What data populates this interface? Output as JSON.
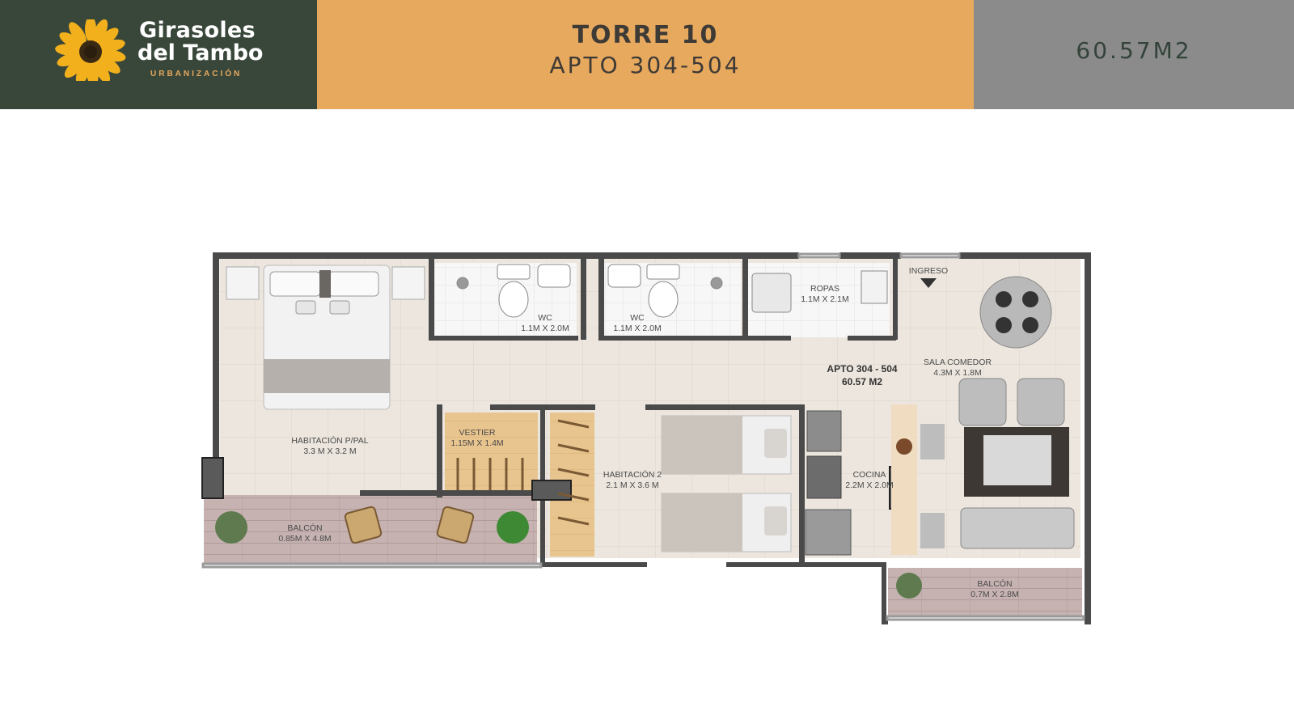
{
  "brand": {
    "line1": "Girasoles",
    "line2": "del Tambo",
    "tagline": "URBANIZACIÓN"
  },
  "header": {
    "tower": "TORRE 10",
    "apartment": "APTO 304-504",
    "area": "60.57M2"
  },
  "plan": {
    "center_label_1": "APTO 304 - 504",
    "center_label_2": "60.57 M2",
    "entrance": "INGRESO",
    "rooms": {
      "main_bedroom": {
        "name": "HABITACIÓN P/PAL",
        "size": "3.3 M X 3.2 M"
      },
      "closet": {
        "name": "VESTIER",
        "size": "1.15M X 1.4M"
      },
      "bedroom2": {
        "name": "HABITACIÓN 2",
        "size": "2.1 M X 3.6 M"
      },
      "wc1": {
        "name": "WC",
        "size": "1.1M X 2.0M"
      },
      "wc2": {
        "name": "WC",
        "size": "1.1M X 2.0M"
      },
      "laundry": {
        "name": "ROPAS",
        "size": "1.1M X 2.1M"
      },
      "living": {
        "name": "SALA COMEDOR",
        "size": "4.3M X 1.8M"
      },
      "kitchen": {
        "name": "COCINA",
        "size": "2.2M X 2.0M"
      },
      "balcony1": {
        "name": "BALCÓN",
        "size": "0.85M X 4.8M"
      },
      "balcony2": {
        "name": "BALCÓN",
        "size": "0.7M X 2.8M"
      }
    }
  },
  "colors": {
    "brand_green": "#39473a",
    "brand_orange": "#e7a95e",
    "header_gray": "#8b8b8b",
    "wall": "#4a4a4a",
    "floor": "#ece6de",
    "wood": "#e8c48e"
  }
}
